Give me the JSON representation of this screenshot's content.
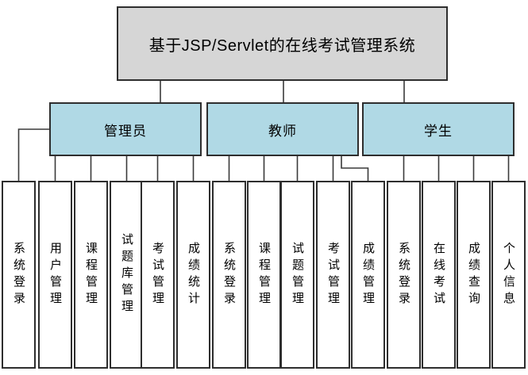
{
  "diagram": {
    "title": "基于JSP/Servlet的在线考试管理系统",
    "type": "hierarchy-chart",
    "roles": [
      {
        "label": "管理员",
        "functions": [
          "系统登录",
          "用户管理",
          "课程管理",
          "试题库管理",
          "考试管理",
          "成绩统计"
        ]
      },
      {
        "label": "教师",
        "functions": [
          "系统登录",
          "课程管理",
          "试题管理",
          "考试管理",
          "成绩管理"
        ]
      },
      {
        "label": "学生",
        "functions": [
          "系统登录",
          "在线考试",
          "成绩查询",
          "个人信息"
        ]
      }
    ],
    "colors": {
      "root_box_bg": "#d6d6d6",
      "role_box_bg": "#b0d9e5",
      "leaf_box_bg": "#ffffff",
      "border": "#2e2e2e",
      "connector": "#3a3a3a",
      "text": "#000000"
    }
  }
}
